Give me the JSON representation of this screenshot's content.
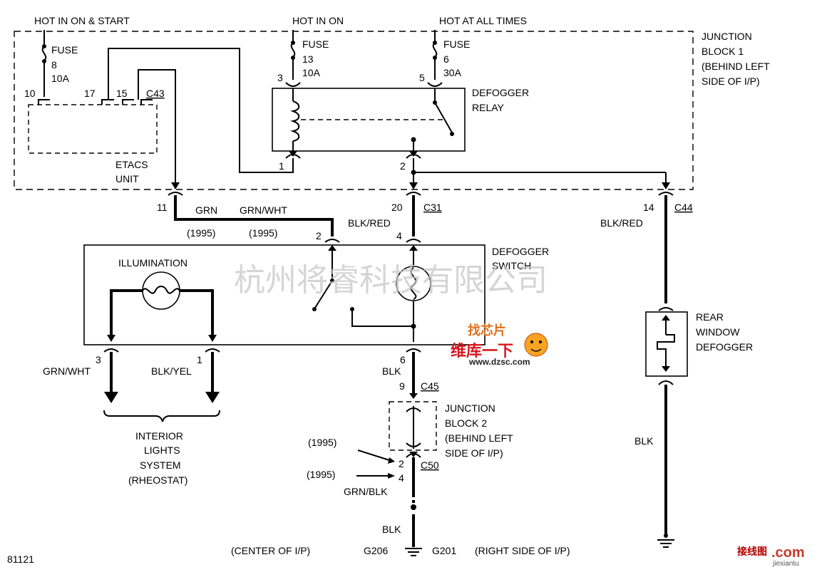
{
  "diagram_id": "81121",
  "power_labels": {
    "hot_in_on_start": "HOT IN ON & START",
    "hot_in_on": "HOT IN ON",
    "hot_at_all_times": "HOT AT ALL TIMES"
  },
  "fuses": [
    {
      "label": "FUSE",
      "number": "8",
      "rating": "10A"
    },
    {
      "label": "FUSE",
      "number": "13",
      "rating": "10A"
    },
    {
      "label": "FUSE",
      "number": "6",
      "rating": "30A"
    }
  ],
  "junction_block_1": {
    "line1": "JUNCTION",
    "line2": "BLOCK 1",
    "line3": "(BEHIND LEFT",
    "line4": "SIDE OF I/P)"
  },
  "etacs": {
    "line1": "ETACS",
    "line2": "UNIT",
    "connector": "C43"
  },
  "relay": {
    "line1": "DEFOGGER",
    "line2": "RELAY"
  },
  "pins": {
    "p10": "10",
    "p17": "17",
    "p15": "15",
    "p3": "3",
    "p5": "5",
    "r1": "1",
    "r2": "2",
    "p11": "11",
    "p20": "20",
    "p14": "14",
    "s2": "2",
    "s4": "4",
    "s3": "3",
    "s1": "1",
    "s6": "6",
    "p9": "9",
    "c2": "2",
    "c4": "4"
  },
  "connectors": {
    "c31": "C31",
    "c44": "C44",
    "c45": "C45",
    "c50": "C50"
  },
  "wires": {
    "grn": "GRN",
    "grn_wht": "GRN/WHT",
    "blk_red_1": "BLK/RED",
    "blk_red_2": "BLK/RED",
    "grn_wht_2": "GRN/WHT",
    "blk_yel": "BLK/YEL",
    "blk_1": "BLK",
    "grn_blk": "GRN/BLK",
    "blk_2": "BLK",
    "blk_3": "BLK"
  },
  "years": {
    "y1": "(1995)",
    "y2": "(1995)",
    "y3": "(1995)",
    "y4": "(1995)"
  },
  "switch": {
    "line1": "DEFOGGER",
    "line2": "SWITCH",
    "illumination": "ILLUMINATION"
  },
  "rear_defogger": {
    "line1": "REAR",
    "line2": "WINDOW",
    "line3": "DEFOGGER"
  },
  "interior_lights": {
    "line1": "INTERIOR",
    "line2": "LIGHTS",
    "line3": "SYSTEM",
    "line4": "(RHEOSTAT)"
  },
  "junction_block_2": {
    "line1": "JUNCTION",
    "line2": "BLOCK 2",
    "line3": "(BEHIND LEFT",
    "line4": "SIDE OF I/P)"
  },
  "grounds": {
    "center_note": "(CENTER OF I/P)",
    "g206": "G206",
    "g201": "G201",
    "right_note": "(RIGHT SIDE OF I/P)"
  },
  "watermark": {
    "company": "杭州将睿科技有限公司",
    "logo_top": "找芯片",
    "logo_mid": "维库一下",
    "logo_url": "www.dzsc.com",
    "corner_cn": "接线图",
    "corner_com": ".com",
    "corner_url": "jiexiantu"
  }
}
